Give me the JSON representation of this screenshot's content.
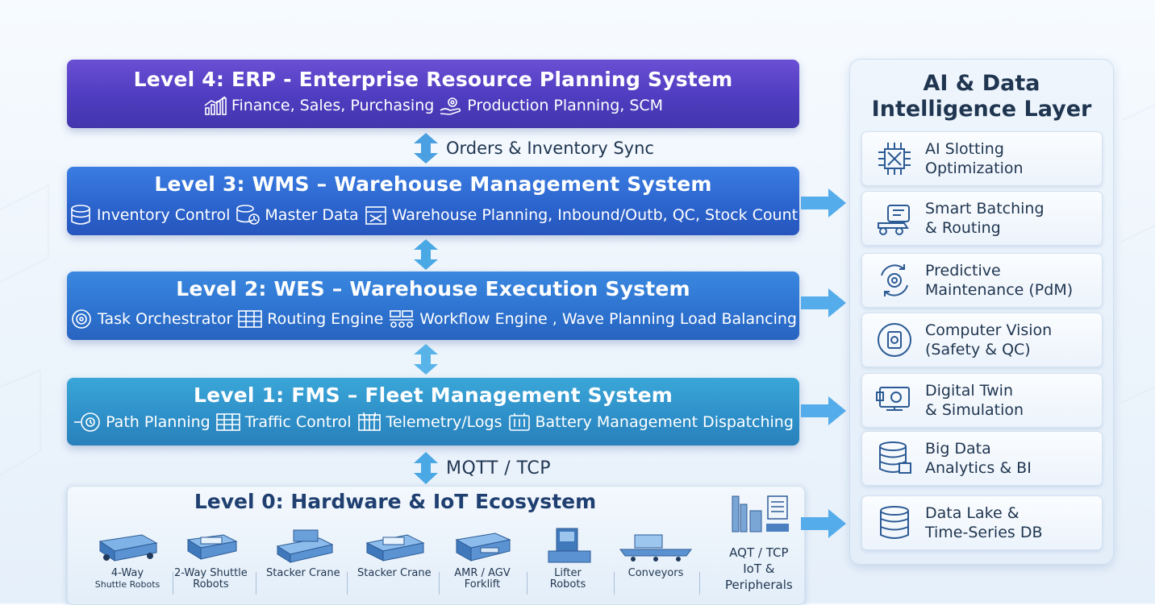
{
  "levels": {
    "l4": {
      "title": "Level 4: ERP - Enterprise Resource Planning System",
      "items": [
        "Finance, Sales, Purchasing",
        "Production Planning, SCM"
      ]
    },
    "l3": {
      "title": "Level 3: WMS – Warehouse Management System",
      "items": [
        "Inventory Control",
        "Master Data",
        "Warehouse Planning, Inbound/Outb, QC, Stock Count"
      ]
    },
    "l2": {
      "title": "Level 2: WES – Warehouse Execution System",
      "items": [
        "Task Orchestrator",
        "Routing Engine",
        "Workflow Engine , Wave Planning  Load Balancing"
      ]
    },
    "l1": {
      "title": "Level 1: FMS – Fleet Management System",
      "items": [
        "Path Planning",
        "Traffic Control",
        "Telemetry/Logs",
        "Battery Management Dispatching"
      ]
    },
    "l0": {
      "title": "Level 0: Hardware & IoT Ecosystem",
      "devices": [
        {
          "line1": "4-Way",
          "line2": "Shuttle Robots"
        },
        {
          "line1": "2-Way Shuttle",
          "line2": "Robots"
        },
        {
          "line1": "Stacker Crane",
          "line2": ""
        },
        {
          "line1": "Stacker Crane",
          "line2": ""
        },
        {
          "line1": "AMR / AGV",
          "line2": "Forklift"
        },
        {
          "line1": "Lifter",
          "line2": "Robots"
        },
        {
          "line1": "Conveyors",
          "line2": ""
        }
      ],
      "peripherals": [
        "AQT / TCP",
        "IoT &",
        "Peripherals"
      ]
    }
  },
  "connectors": {
    "l4_l3": "Orders & Inventory Sync",
    "l1_l0": "MQTT / TCP"
  },
  "ai": {
    "title_line1": "AI & Data",
    "title_line2": "Intelligence Layer",
    "cards": [
      {
        "label": "AI Slotting\nOptimization",
        "icon": "chip-icon"
      },
      {
        "label": "Smart Batching\n& Routing",
        "icon": "batching-cart-icon"
      },
      {
        "label": "Predictive\nMaintenance (PdM)",
        "icon": "gear-cycle-icon"
      },
      {
        "label": "Computer Vision\n(Safety & QC)",
        "icon": "vision-icon"
      },
      {
        "label": "Digital Twin\n& Simulation",
        "icon": "digital-twin-icon"
      },
      {
        "label": "Big Data\nAnalytics & BI",
        "icon": "analytics-database-icon"
      },
      {
        "label": "Data Lake &\nTime-Series DB",
        "icon": "database-icon"
      }
    ]
  },
  "colors": {
    "erp": "#4f3cc0",
    "wms": "#2b63cc",
    "wes": "#2d72cf",
    "fms": "#2e8fc8",
    "arrow": "#4aa8e8",
    "text_dark": "#1f3550"
  }
}
